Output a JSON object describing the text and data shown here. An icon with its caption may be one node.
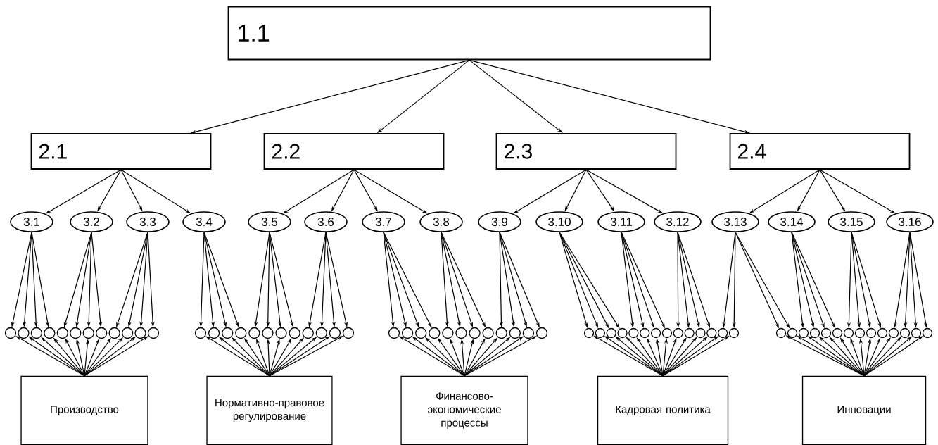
{
  "diagram": {
    "nodes": [
      {
        "text": [
          "1.1"
        ]
      },
      {
        "text": [
          "2.1"
        ]
      },
      {
        "text": [
          "2.2"
        ]
      },
      {
        "text": [
          "2.3"
        ]
      },
      {
        "text": [
          "2.4"
        ]
      },
      {
        "text": [
          "3.1"
        ]
      },
      {
        "text": [
          "3.2"
        ]
      },
      {
        "text": [
          "3.3"
        ]
      },
      {
        "text": [
          "3.4"
        ]
      },
      {
        "text": [
          "3.5"
        ]
      },
      {
        "text": [
          "3.6"
        ]
      },
      {
        "text": [
          "3.7"
        ]
      },
      {
        "text": [
          "3.8"
        ]
      },
      {
        "text": [
          "3.9"
        ]
      },
      {
        "text": [
          "3.10"
        ]
      },
      {
        "text": [
          "3.11"
        ]
      },
      {
        "text": [
          "3.12"
        ]
      },
      {
        "text": [
          "3.13"
        ]
      },
      {
        "text": [
          "3.14"
        ]
      },
      {
        "text": [
          "3.15"
        ]
      },
      {
        "text": [
          "3.16"
        ]
      },
      {
        "text": [],
        "shape": "circle"
      },
      {
        "text": [],
        "shape": "circle"
      },
      {
        "text": [],
        "shape": "circle"
      },
      {
        "text": [],
        "shape": "circle"
      },
      {
        "text": [],
        "shape": "circle"
      },
      {
        "text": [],
        "shape": "circle"
      },
      {
        "text": [],
        "shape": "circle"
      },
      {
        "text": [],
        "shape": "circle"
      },
      {
        "text": [],
        "shape": "circle"
      },
      {
        "text": [],
        "shape": "circle"
      },
      {
        "text": [],
        "shape": "circle"
      },
      {
        "text": [],
        "shape": "circle"
      },
      {
        "text": [],
        "shape": "circle"
      },
      {
        "text": [],
        "shape": "circle"
      },
      {
        "text": [],
        "shape": "circle"
      },
      {
        "text": [],
        "shape": "circle"
      },
      {
        "text": [],
        "shape": "circle"
      },
      {
        "text": [],
        "shape": "circle"
      },
      {
        "text": [],
        "shape": "circle"
      },
      {
        "text": [],
        "shape": "circle"
      },
      {
        "text": [],
        "shape": "circle"
      },
      {
        "text": [],
        "shape": "circle"
      },
      {
        "text": [],
        "shape": "circle"
      },
      {
        "text": [],
        "shape": "circle"
      },
      {
        "text": [],
        "shape": "circle"
      },
      {
        "text": [],
        "shape": "circle"
      },
      {
        "text": [],
        "shape": "circle"
      },
      {
        "text": [],
        "shape": "circle"
      },
      {
        "text": [],
        "shape": "circle"
      },
      {
        "text": [],
        "shape": "circle"
      },
      {
        "text": [],
        "shape": "circle"
      },
      {
        "text": [],
        "shape": "circle"
      },
      {
        "text": [],
        "shape": "circle"
      },
      {
        "text": [],
        "shape": "circle"
      },
      {
        "text": [],
        "shape": "circle"
      },
      {
        "text": [],
        "shape": "circle"
      },
      {
        "text": [],
        "shape": "circle"
      },
      {
        "text": [],
        "shape": "circle"
      },
      {
        "text": [],
        "shape": "circle"
      },
      {
        "text": [],
        "shape": "circle"
      },
      {
        "text": [],
        "shape": "circle"
      },
      {
        "text": [],
        "shape": "circle"
      },
      {
        "text": [],
        "shape": "circle"
      },
      {
        "text": [],
        "shape": "circle"
      },
      {
        "text": [],
        "shape": "circle"
      },
      {
        "text": [],
        "shape": "circle"
      },
      {
        "text": [],
        "shape": "circle"
      },
      {
        "text": [],
        "shape": "circle"
      },
      {
        "text": [],
        "shape": "circle"
      },
      {
        "text": [],
        "shape": "circle"
      },
      {
        "text": [],
        "shape": "circle"
      },
      {
        "text": [],
        "shape": "circle"
      },
      {
        "text": [],
        "shape": "circle"
      },
      {
        "text": [],
        "shape": "circle"
      },
      {
        "text": [],
        "shape": "circle"
      },
      {
        "text": [],
        "shape": "circle"
      },
      {
        "text": [],
        "shape": "circle"
      },
      {
        "text": [],
        "shape": "circle"
      },
      {
        "text": [],
        "shape": "circle"
      },
      {
        "text": [],
        "shape": "circle"
      },
      {
        "text": [],
        "shape": "circle"
      },
      {
        "text": [],
        "shape": "circle"
      },
      {
        "text": [],
        "shape": "circle"
      },
      {
        "text": [],
        "shape": "circle"
      },
      {
        "text": [
          "Производство"
        ]
      },
      {
        "text": [
          "Нормативно-правовое регулирование"
        ]
      },
      {
        "text": [
          "Финансово-экономические процессы"
        ]
      },
      {
        "text": [
          "Кадровая политика"
        ]
      },
      {
        "text": [
          "Инновации"
        ]
      }
    ],
    "edges": [
      {
        "from": 0,
        "to": 1,
        "arrow": "to"
      },
      {
        "from": 0,
        "to": 2,
        "arrow": "to"
      },
      {
        "from": 0,
        "to": 3,
        "arrow": "to"
      },
      {
        "from": 0,
        "to": 4,
        "arrow": "to"
      },
      {
        "from": 1,
        "to": 5,
        "arrow": "to"
      },
      {
        "from": 1,
        "to": 6,
        "arrow": "to"
      },
      {
        "from": 1,
        "to": 7,
        "arrow": "to"
      },
      {
        "from": 1,
        "to": 8,
        "arrow": "to"
      },
      {
        "from": 2,
        "to": 9,
        "arrow": "to"
      },
      {
        "from": 2,
        "to": 10,
        "arrow": "to"
      },
      {
        "from": 2,
        "to": 11,
        "arrow": "to"
      },
      {
        "from": 2,
        "to": 12,
        "arrow": "to"
      },
      {
        "from": 3,
        "to": 13,
        "arrow": "to"
      },
      {
        "from": 3,
        "to": 14,
        "arrow": "to"
      },
      {
        "from": 3,
        "to": 15,
        "arrow": "to"
      },
      {
        "from": 3,
        "to": 16,
        "arrow": "to"
      },
      {
        "from": 4,
        "to": 17,
        "arrow": "to"
      },
      {
        "from": 4,
        "to": 18,
        "arrow": "to"
      },
      {
        "from": 4,
        "to": 19,
        "arrow": "to"
      },
      {
        "from": 4,
        "to": 20,
        "arrow": "to"
      },
      {
        "from": 5,
        "to": 21,
        "arrow": "to"
      },
      {
        "from": 5,
        "to": 22,
        "arrow": "to"
      },
      {
        "from": 5,
        "to": 23,
        "arrow": "to"
      },
      {
        "from": 5,
        "to": 24,
        "arrow": "to"
      },
      {
        "from": 6,
        "to": 25,
        "arrow": "to"
      },
      {
        "from": 6,
        "to": 26,
        "arrow": "to"
      },
      {
        "from": 6,
        "to": 27,
        "arrow": "to"
      },
      {
        "from": 6,
        "to": 28,
        "arrow": "to"
      },
      {
        "from": 7,
        "to": 29,
        "arrow": "to"
      },
      {
        "from": 7,
        "to": 30,
        "arrow": "to"
      },
      {
        "from": 7,
        "to": 31,
        "arrow": "to"
      },
      {
        "from": 7,
        "to": 32,
        "arrow": "to"
      },
      {
        "from": 8,
        "to": 33,
        "arrow": "to"
      },
      {
        "from": 8,
        "to": 34,
        "arrow": "to"
      },
      {
        "from": 8,
        "to": 35,
        "arrow": "to"
      },
      {
        "from": 8,
        "to": 36,
        "arrow": "to"
      },
      {
        "from": 9,
        "to": 37,
        "arrow": "to"
      },
      {
        "from": 9,
        "to": 38,
        "arrow": "to"
      },
      {
        "from": 9,
        "to": 39,
        "arrow": "to"
      },
      {
        "from": 9,
        "to": 40,
        "arrow": "to"
      },
      {
        "from": 10,
        "to": 41,
        "arrow": "to"
      },
      {
        "from": 10,
        "to": 42,
        "arrow": "to"
      },
      {
        "from": 10,
        "to": 43,
        "arrow": "to"
      },
      {
        "from": 10,
        "to": 44,
        "arrow": "to"
      },
      {
        "from": 11,
        "to": 45,
        "arrow": "to"
      },
      {
        "from": 11,
        "to": 46,
        "arrow": "to"
      },
      {
        "from": 11,
        "to": 47,
        "arrow": "to"
      },
      {
        "from": 11,
        "to": 48,
        "arrow": "to"
      },
      {
        "from": 12,
        "to": 49,
        "arrow": "to"
      },
      {
        "from": 12,
        "to": 50,
        "arrow": "to"
      },
      {
        "from": 12,
        "to": 51,
        "arrow": "to"
      },
      {
        "from": 12,
        "to": 52,
        "arrow": "to"
      },
      {
        "from": 13,
        "to": 53,
        "arrow": "to"
      },
      {
        "from": 13,
        "to": 54,
        "arrow": "to"
      },
      {
        "from": 13,
        "to": 55,
        "arrow": "to"
      },
      {
        "from": 13,
        "to": 56,
        "arrow": "to"
      },
      {
        "from": 14,
        "to": 57,
        "arrow": "to"
      },
      {
        "from": 14,
        "to": 58,
        "arrow": "to"
      },
      {
        "from": 14,
        "to": 59,
        "arrow": "to"
      },
      {
        "from": 14,
        "to": 60,
        "arrow": "to"
      },
      {
        "from": 15,
        "to": 61,
        "arrow": "to"
      },
      {
        "from": 15,
        "to": 62,
        "arrow": "to"
      },
      {
        "from": 15,
        "to": 63,
        "arrow": "to"
      },
      {
        "from": 15,
        "to": 64,
        "arrow": "to"
      },
      {
        "from": 16,
        "to": 65,
        "arrow": "to"
      },
      {
        "from": 16,
        "to": 66,
        "arrow": "to"
      },
      {
        "from": 16,
        "to": 67,
        "arrow": "to"
      },
      {
        "from": 16,
        "to": 68,
        "arrow": "to"
      },
      {
        "from": 17,
        "to": 69,
        "arrow": "to"
      },
      {
        "from": 17,
        "to": 70,
        "arrow": "to"
      },
      {
        "from": 17,
        "to": 71,
        "arrow": "to"
      },
      {
        "from": 17,
        "to": 72,
        "arrow": "to"
      },
      {
        "from": 18,
        "to": 73,
        "arrow": "to"
      },
      {
        "from": 18,
        "to": 74,
        "arrow": "to"
      },
      {
        "from": 18,
        "to": 75,
        "arrow": "to"
      },
      {
        "from": 18,
        "to": 76,
        "arrow": "to"
      },
      {
        "from": 19,
        "to": 77,
        "arrow": "to"
      },
      {
        "from": 19,
        "to": 78,
        "arrow": "to"
      },
      {
        "from": 19,
        "to": 79,
        "arrow": "to"
      },
      {
        "from": 19,
        "to": 80,
        "arrow": "to"
      },
      {
        "from": 20,
        "to": 81,
        "arrow": "to"
      },
      {
        "from": 20,
        "to": 82,
        "arrow": "to"
      },
      {
        "from": 20,
        "to": 83,
        "arrow": "to"
      },
      {
        "from": 20,
        "to": 84,
        "arrow": "to"
      },
      {
        "from": 85,
        "to": 21,
        "arrow": "to"
      },
      {
        "from": 85,
        "to": 22,
        "arrow": "to"
      },
      {
        "from": 85,
        "to": 23,
        "arrow": "to"
      },
      {
        "from": 85,
        "to": 24,
        "arrow": "to"
      },
      {
        "from": 85,
        "to": 25,
        "arrow": "to"
      },
      {
        "from": 85,
        "to": 26,
        "arrow": "to"
      },
      {
        "from": 85,
        "to": 27,
        "arrow": "to"
      },
      {
        "from": 85,
        "to": 28,
        "arrow": "to"
      },
      {
        "from": 85,
        "to": 29,
        "arrow": "to"
      },
      {
        "from": 85,
        "to": 30,
        "arrow": "to"
      },
      {
        "from": 85,
        "to": 31,
        "arrow": "to"
      },
      {
        "from": 85,
        "to": 32,
        "arrow": "to"
      },
      {
        "from": 86,
        "to": 33,
        "arrow": "to"
      },
      {
        "from": 86,
        "to": 34,
        "arrow": "to"
      },
      {
        "from": 86,
        "to": 35,
        "arrow": "to"
      },
      {
        "from": 86,
        "to": 36,
        "arrow": "to"
      },
      {
        "from": 86,
        "to": 37,
        "arrow": "to"
      },
      {
        "from": 86,
        "to": 38,
        "arrow": "to"
      },
      {
        "from": 86,
        "to": 39,
        "arrow": "to"
      },
      {
        "from": 86,
        "to": 40,
        "arrow": "to"
      },
      {
        "from": 86,
        "to": 41,
        "arrow": "to"
      },
      {
        "from": 86,
        "to": 42,
        "arrow": "to"
      },
      {
        "from": 86,
        "to": 43,
        "arrow": "to"
      },
      {
        "from": 86,
        "to": 44,
        "arrow": "to"
      },
      {
        "from": 87,
        "to": 45,
        "arrow": "to"
      },
      {
        "from": 87,
        "to": 46,
        "arrow": "to"
      },
      {
        "from": 87,
        "to": 47,
        "arrow": "to"
      },
      {
        "from": 87,
        "to": 48,
        "arrow": "to"
      },
      {
        "from": 87,
        "to": 49,
        "arrow": "to"
      },
      {
        "from": 87,
        "to": 50,
        "arrow": "to"
      },
      {
        "from": 87,
        "to": 51,
        "arrow": "to"
      },
      {
        "from": 87,
        "to": 52,
        "arrow": "to"
      },
      {
        "from": 87,
        "to": 53,
        "arrow": "to"
      },
      {
        "from": 87,
        "to": 54,
        "arrow": "to"
      },
      {
        "from": 87,
        "to": 55,
        "arrow": "to"
      },
      {
        "from": 87,
        "to": 56,
        "arrow": "to"
      },
      {
        "from": 88,
        "to": 57,
        "arrow": "to"
      },
      {
        "from": 88,
        "to": 58,
        "arrow": "to"
      },
      {
        "from": 88,
        "to": 59,
        "arrow": "to"
      },
      {
        "from": 88,
        "to": 60,
        "arrow": "to"
      },
      {
        "from": 88,
        "to": 61,
        "arrow": "to"
      },
      {
        "from": 88,
        "to": 62,
        "arrow": "to"
      },
      {
        "from": 88,
        "to": 63,
        "arrow": "to"
      },
      {
        "from": 88,
        "to": 64,
        "arrow": "to"
      },
      {
        "from": 88,
        "to": 65,
        "arrow": "to"
      },
      {
        "from": 88,
        "to": 66,
        "arrow": "to"
      },
      {
        "from": 88,
        "to": 67,
        "arrow": "to"
      },
      {
        "from": 88,
        "to": 68,
        "arrow": "to"
      },
      {
        "from": 88,
        "to": 69,
        "arrow": "to"
      },
      {
        "from": 88,
        "to": 70,
        "arrow": "to"
      },
      {
        "from": 89,
        "to": 71,
        "arrow": "to"
      },
      {
        "from": 89,
        "to": 72,
        "arrow": "to"
      },
      {
        "from": 89,
        "to": 73,
        "arrow": "to"
      },
      {
        "from": 89,
        "to": 74,
        "arrow": "to"
      },
      {
        "from": 89,
        "to": 75,
        "arrow": "to"
      },
      {
        "from": 89,
        "to": 76,
        "arrow": "to"
      },
      {
        "from": 89,
        "to": 77,
        "arrow": "to"
      },
      {
        "from": 89,
        "to": 78,
        "arrow": "to"
      },
      {
        "from": 89,
        "to": 79,
        "arrow": "to"
      },
      {
        "from": 89,
        "to": 80,
        "arrow": "to"
      },
      {
        "from": 89,
        "to": 81,
        "arrow": "to"
      },
      {
        "from": 89,
        "to": 82,
        "arrow": "to"
      },
      {
        "from": 89,
        "to": 83,
        "arrow": "to"
      },
      {
        "from": 89,
        "to": 84,
        "arrow": "to"
      }
    ]
  }
}
